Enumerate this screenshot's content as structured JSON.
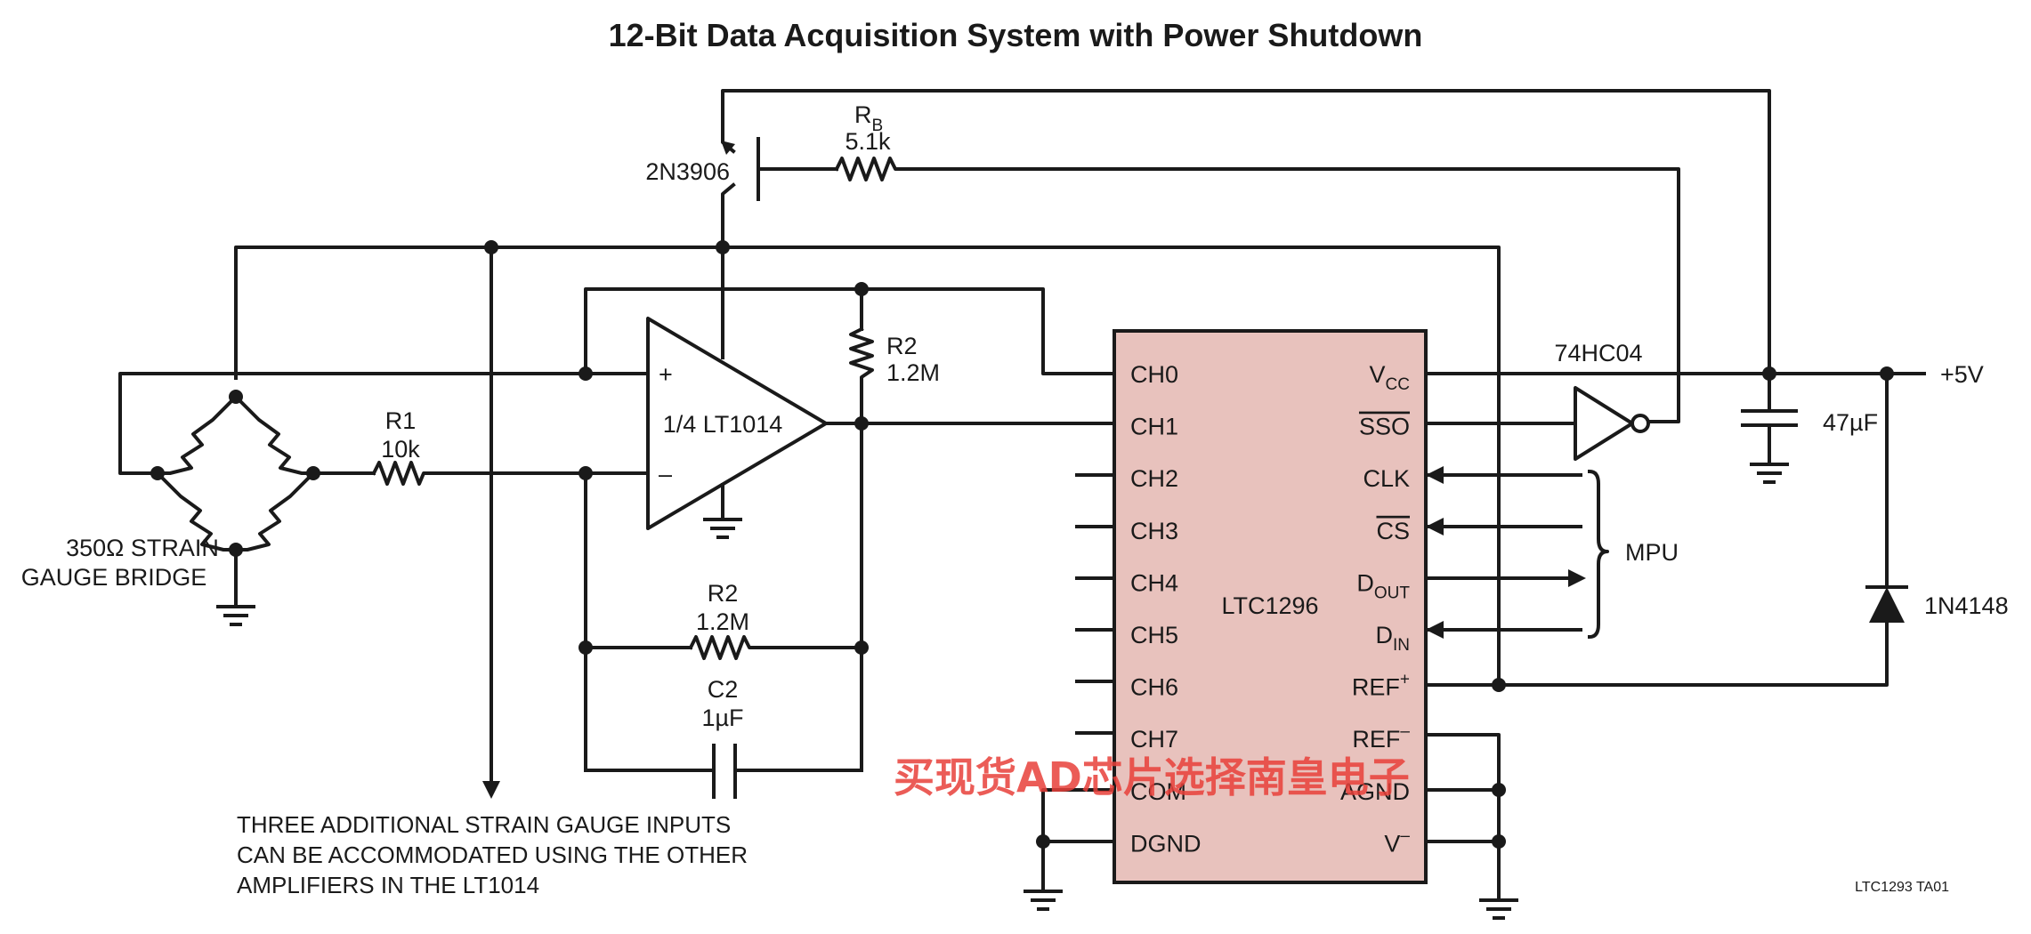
{
  "title": "12-Bit Data Acquisition System with Power Shutdown",
  "figure_id": "LTC1293 TA01",
  "watermark": "买现货AD芯片选择南皇电子",
  "components": {
    "transistor": {
      "part": "2N3906"
    },
    "rb": {
      "name": "R",
      "sub": "B",
      "value": "5.1k"
    },
    "r1": {
      "name": "R1",
      "value": "10k"
    },
    "r2_top": {
      "name": "R2",
      "value": "1.2M"
    },
    "r2_bottom": {
      "name": "R2",
      "value": "1.2M"
    },
    "c2": {
      "name": "C2",
      "value": "1µF"
    },
    "c_supply": {
      "value": "47µF"
    },
    "opamp": {
      "part": "1/4 LT1014",
      "plus": "+",
      "minus": "–"
    },
    "inverter": {
      "part": "74HC04"
    },
    "diode": {
      "part": "1N4148"
    },
    "supply": {
      "label": "+5V"
    },
    "bridge": {
      "line1": "350Ω STRAIN",
      "line2": "GAUGE BRIDGE"
    },
    "mpu": {
      "label": "MPU"
    }
  },
  "adc": {
    "part": "LTC1296",
    "left_pins": [
      "CH0",
      "CH1",
      "CH2",
      "CH3",
      "CH4",
      "CH5",
      "CH6",
      "CH7",
      "COM",
      "DGND"
    ],
    "right_pins": [
      {
        "main": "V",
        "sub": "CC",
        "sup": "",
        "overline": false
      },
      {
        "main": "SSO",
        "sub": "",
        "sup": "",
        "overline": true
      },
      {
        "main": "CLK",
        "sub": "",
        "sup": "",
        "overline": false
      },
      {
        "main": "CS",
        "sub": "",
        "sup": "",
        "overline": true
      },
      {
        "main": "D",
        "sub": "OUT",
        "sup": "",
        "overline": false
      },
      {
        "main": "D",
        "sub": "IN",
        "sup": "",
        "overline": false
      },
      {
        "main": "REF",
        "sub": "",
        "sup": "+",
        "overline": false
      },
      {
        "main": "REF",
        "sub": "",
        "sup": "–",
        "overline": false
      },
      {
        "main": "AGND",
        "sub": "",
        "sup": "",
        "overline": false
      },
      {
        "main": "V",
        "sub": "",
        "sup": "–",
        "overline": false
      }
    ]
  },
  "note": {
    "lines": [
      "THREE ADDITIONAL STRAIN GAUGE INPUTS",
      "CAN BE ACCOMMODATED USING THE OTHER",
      "AMPLIFIERS IN THE LT1014"
    ]
  },
  "colors": {
    "ic_fill": "#e8c2bd",
    "ink": "#1a1a1a",
    "watermark": "#e8403a"
  }
}
